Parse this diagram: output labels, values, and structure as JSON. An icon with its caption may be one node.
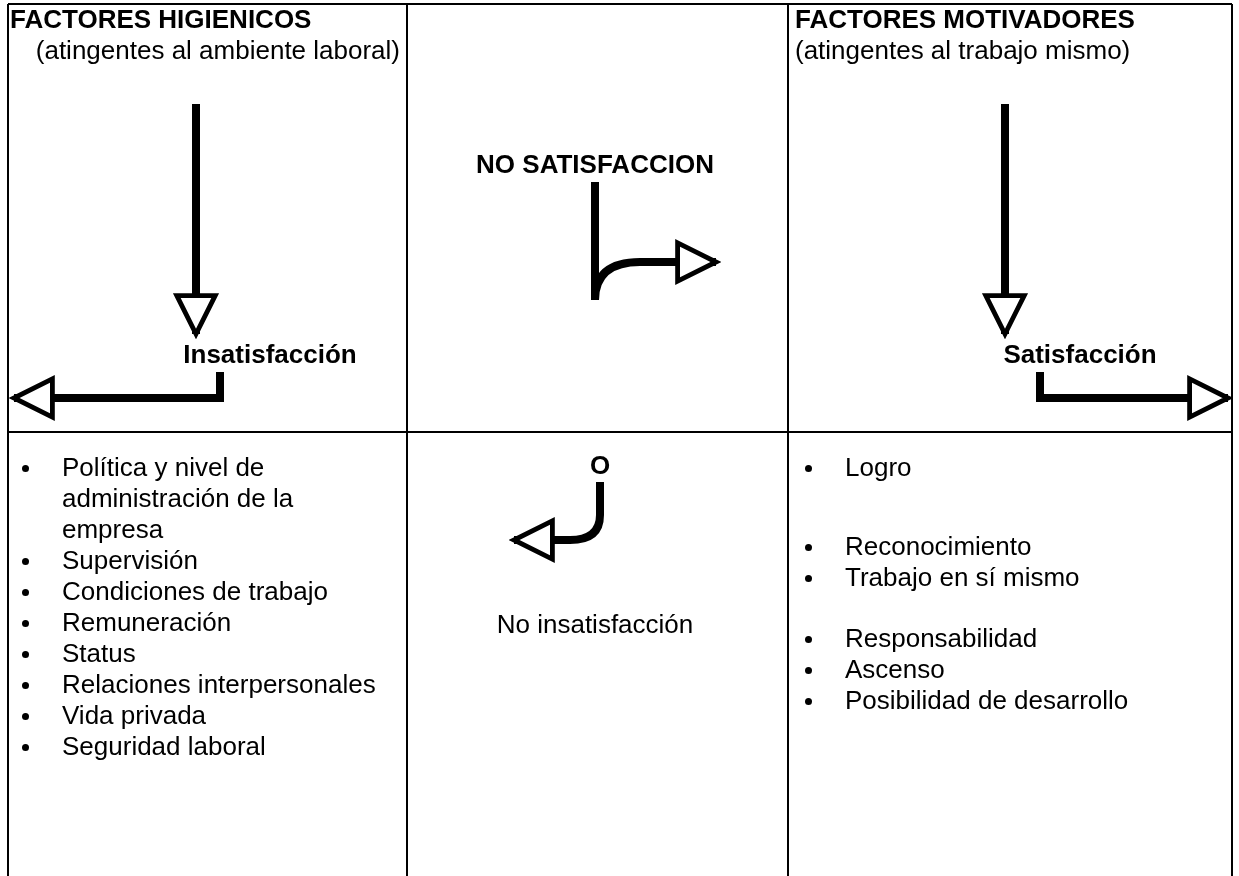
{
  "diagram": {
    "nodes": [
      {
        "text": [
          "FACTORES HIGIENICOS",
          "(atingentes al ambiente laboral)"
        ]
      },
      {
        "text": [
          "Insatisfacción"
        ]
      },
      {
        "text": [
          "NO SATISFACCION"
        ]
      },
      {
        "text": [
          "FACTORES MOTIVADORES",
          "(atingentes al trabajo mismo)"
        ]
      },
      {
        "text": [
          "Satisfacción"
        ]
      },
      {
        "text": [
          "O"
        ]
      },
      {
        "text": [
          "No insatisfacción"
        ]
      }
    ],
    "edges": [
      {
        "from": 0,
        "to": 1,
        "arrow": "to"
      },
      {
        "from": 1,
        "to": null,
        "arrow": "to"
      },
      {
        "from": 2,
        "to": null,
        "arrow": "to"
      },
      {
        "from": 3,
        "to": 4,
        "arrow": "to"
      },
      {
        "from": 4,
        "to": null,
        "arrow": "to"
      },
      {
        "from": 5,
        "to": null,
        "arrow": "to"
      }
    ],
    "labels": [
      "Política y nivel de administración de la empresa",
      "Supervisión",
      "Condiciones de trabajo",
      "Remuneración",
      "Status",
      "Relaciones interpersonales",
      "Vida privada",
      "Seguridad laboral",
      "Logro",
      "Reconocimiento",
      "Trabajo en sí mismo",
      "Responsabilidad",
      "Ascenso",
      "Posibilidad de desarrollo"
    ]
  }
}
